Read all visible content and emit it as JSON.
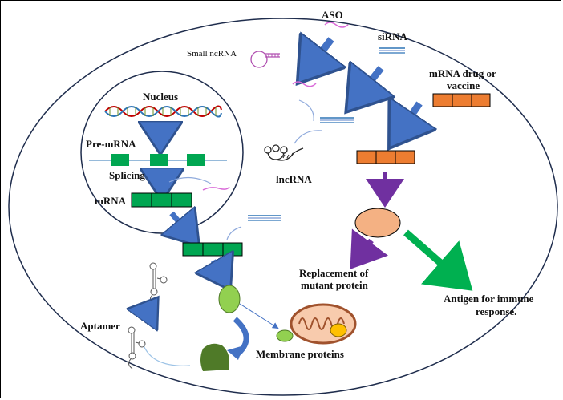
{
  "labels": {
    "aso": "ASO",
    "sirna": "siRNA",
    "small_ncrna": "Small ncRNA",
    "mrna_drug_line1": "mRNA drug or",
    "mrna_drug_line2": "vaccine",
    "nucleus": "Nucleus",
    "pre_mrna": "Pre-mRNA",
    "splicing": "Splicing",
    "mrna": "mRNA",
    "lncrna": "lncRNA",
    "replacement_line1": "Replacement of",
    "replacement_line2": "mutant protein",
    "antigen_line1": "Antigen for immune",
    "antigen_line2": "response.",
    "aptamer": "Aptamer",
    "membrane_proteins": "Membrane proteins"
  },
  "colors": {
    "arrow_blue": "#4472c4",
    "arrow_purple": "#7030a0",
    "arrow_green": "#00b050",
    "mrna_green": "#00a651",
    "mrna_orange": "#ed7d31",
    "rna_pink": "#d96ad8",
    "protein_peach": "#f4b183",
    "protein_lightgreen": "#92d050",
    "protein_darkgreen": "#4f7a28",
    "mito_brown": "#a0522d",
    "mito_yellow": "#ffc000",
    "dna_red": "#c00000",
    "dna_blue": "#2e75b6"
  },
  "icons": {
    "dna": "dna-helix-icon",
    "small_ncrna": "hairpin-rna-icon",
    "aptamer": "aptamer-icon",
    "mitochondrion": "mitochondrion-icon"
  }
}
